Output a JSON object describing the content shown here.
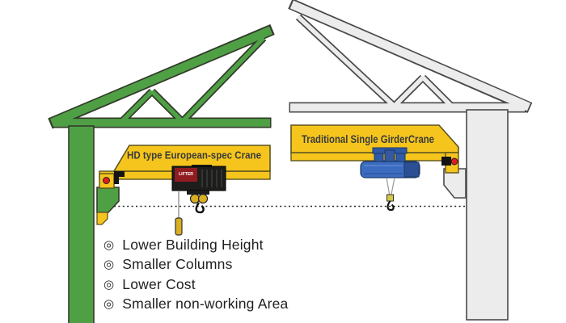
{
  "cranes": {
    "left": {
      "girder_label": "HD type European-spec Crane",
      "hoist_brand": "LIFTER",
      "structure_color": "#4FA045",
      "structure_border": "#333B2B",
      "girder_color": "#F5C51D",
      "hoist_color": "#1D1D1B",
      "hoist_panel_color": "#8F1C21"
    },
    "right": {
      "girder_label": "Traditional Single GirderCrane",
      "structure_color": "#ECECEC",
      "structure_border": "#4A4A4A",
      "girder_color": "#F5C51D",
      "hoist_color": "#3C6CC0"
    },
    "buffer_color": "#E11B1B"
  },
  "benefits": {
    "bullet_char": "◎",
    "items": [
      "Lower Building Height",
      "Smaller Columns",
      "Lower Cost",
      "Smaller non-working Area"
    ]
  }
}
